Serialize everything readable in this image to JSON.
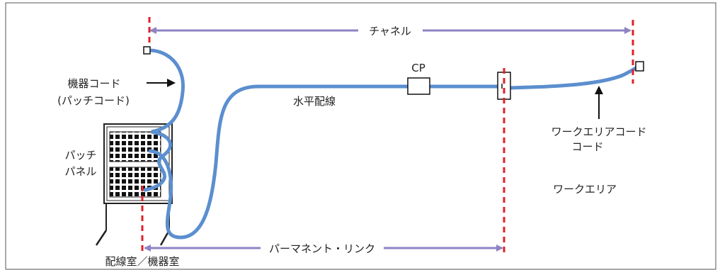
{
  "labels": {
    "channel": "チャネル",
    "equipment_cord_line1": "機器コード",
    "equipment_cord_line2": "(パッチコード)",
    "patch_panel_line1": "パッチ",
    "patch_panel_line2": "パネル",
    "horizontal_cabling": "水平配線",
    "cp": "CP",
    "work_area_cord_line1": "ワークエリアコード",
    "work_area_cord_line2": "コード",
    "work_area": "ワークエリア",
    "permanent_link": "パーマネント・リンク",
    "telecom_room": "配線室／機器室"
  },
  "colors": {
    "cable": "#5b8fcf",
    "dimension_arrow": "#8e83c4",
    "boundary_dash": "#e0202a",
    "frame": "#555555",
    "equipment": "#222222"
  }
}
